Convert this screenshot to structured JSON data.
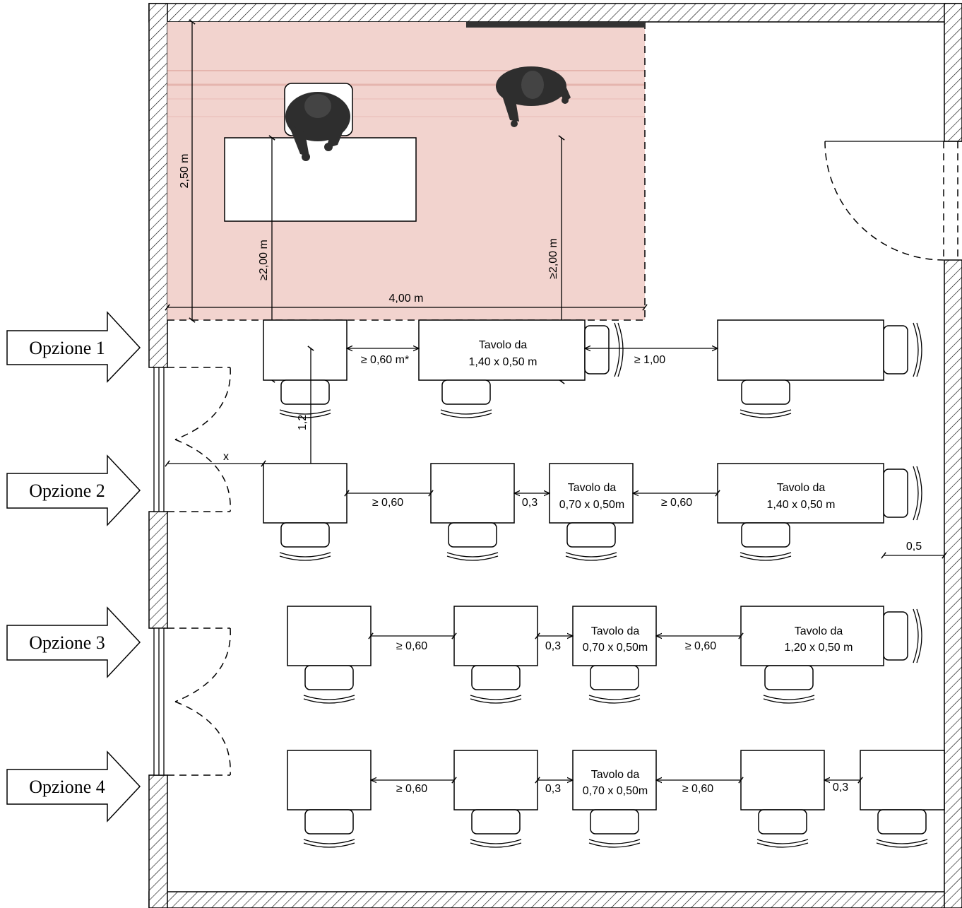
{
  "options": [
    {
      "label": "Opzione 1"
    },
    {
      "label": "Opzione 2"
    },
    {
      "label": "Opzione 3"
    },
    {
      "label": "Opzione 4"
    }
  ],
  "zone": {
    "width_label": "4,00 m",
    "height_label": "2,50 m",
    "clear_left_label": "≥2,00 m",
    "clear_right_label": "≥2,00 m",
    "fill_color": "#f2d3ce"
  },
  "row1": {
    "gap1": "≥ 0,60 m*",
    "table_line1": "Tavolo da",
    "table_line2": "1,40 x 0,50 m",
    "gap2": "≥ 1,00"
  },
  "row2": {
    "vertical_gap": "1,2",
    "door_gap": "x",
    "gap1": "≥ 0,60",
    "gap2": "0,3",
    "small_table_line1": "Tavolo da",
    "small_table_line2": "0,70 x 0,50m",
    "gap3": "≥ 0,60",
    "big_table_line1": "Tavolo da",
    "big_table_line2": "1,40 x 0,50 m",
    "wall_gap": "0,5"
  },
  "row3": {
    "gap1": "≥ 0,60",
    "gap2": "0,3",
    "small_table_line1": "Tavolo da",
    "small_table_line2": "0,70 x 0,50m",
    "gap3": "≥ 0,60",
    "big_table_line1": "Tavolo da",
    "big_table_line2": "1,20 x 0,50 m"
  },
  "row4": {
    "gap1": "≥ 0,60",
    "gap2": "0,3",
    "small_table_line1": "Tavolo da",
    "small_table_line2": "0,70 x 0,50m",
    "gap3": "≥ 0,60",
    "gap4": "0,3"
  }
}
